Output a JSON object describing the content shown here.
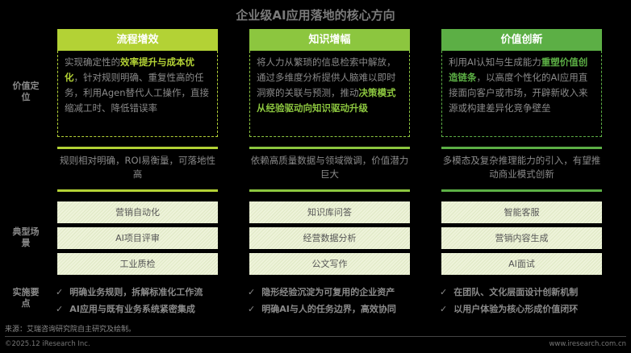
{
  "title": "企业级AI应用落地的核心方向",
  "row_labels": {
    "value": "价值定位",
    "scenario": "典型场景",
    "implementation": "实施要点"
  },
  "colors": {
    "c1": "#b3d235",
    "c2": "#8cc63f",
    "c3": "#5caf45"
  },
  "columns": [
    {
      "header": "流程增效",
      "desc_pre": "实现确定性的",
      "desc_hl": "效率提升与成本优化",
      "desc_post": "，针对规则明确、重复性高的任务，利用Agen替代人工操作，直接缩减工时、降低错误率",
      "feature": "规则相对明确，ROI易衡量，可落地性高",
      "scenarios": [
        "营销自动化",
        "AI项目评审",
        "工业质检"
      ],
      "points": [
        "明确业务规则，拆解标准化工作流",
        "AI应用与既有业务系统紧密集成"
      ]
    },
    {
      "header": "知识增幅",
      "desc_pre": "将人力从繁琐的信息检索中解放，通过多维度分析提供人脑难以即时洞察的关联与预测，推动",
      "desc_hl": "决策模式从经验驱动向知识驱动升级",
      "desc_post": "",
      "feature": "依赖高质量数据与领域微调，价值潜力巨大",
      "scenarios": [
        "知识库问答",
        "经营数据分析",
        "公文写作"
      ],
      "points": [
        "隐形经验沉淀为可复用的企业资产",
        "明确AI与人的任务边界，高效协同"
      ]
    },
    {
      "header": "价值创新",
      "desc_pre": "利用AI认知与生成能力",
      "desc_hl": "重塑价值创造链条",
      "desc_post": "，以高度个性化的AI应用直接面向客户或市场，开辟新收入来源或构建差异化竞争壁垒",
      "feature": "多模态及复杂推理能力的引入，有望推动商业模式创新",
      "scenarios": [
        "智能客服",
        "营销内容生成",
        "AI面试"
      ],
      "points": [
        "在团队、文化层面设计创新机制",
        "以用户体验为核心形成价值闭环"
      ]
    }
  ],
  "check": "✓",
  "source": "来源：艾瑞咨询研究院自主研究及绘制。",
  "copyright": "©2025.12 iResearch Inc.",
  "website": "www.iresearch.com.cn"
}
